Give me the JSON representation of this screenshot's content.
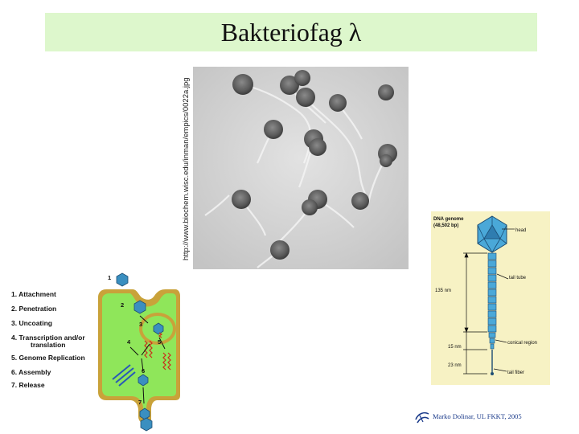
{
  "slide": {
    "title": "Bakteriofag λ",
    "image_source_url": "http://www.biochem.wisc.edu/inman/empics/0022a.jpg",
    "footer": "Marko Dolinar, UL FKKT, 2005"
  },
  "lifecycle": {
    "steps": [
      "1. Attachment",
      "2. Penetration",
      "3. Uncoating",
      "4. Transcription and/or",
      "translation",
      "5. Genome Replication",
      "6. Assembly",
      "7. Release"
    ],
    "markers": [
      "1",
      "2",
      "3",
      "4",
      "5",
      "6",
      "7"
    ]
  },
  "phage_structure": {
    "dna_genome_label": "DNA genome",
    "genome_size": "(48,502 bp)",
    "head_label": "head",
    "tail_tube_label": "tail tube",
    "tail_length": "135 nm",
    "conical_region_label": "conical region",
    "conical_length": "15 nm",
    "fiber_length": "23 nm",
    "tail_fiber_label": "tail fiber"
  },
  "colors": {
    "title_background": "#ddf7cc",
    "cell_fill": "#90ee58",
    "cell_border": "#c9a23a",
    "diagram_background": "#f7f2c4",
    "phage_blue": "#4aa8d8"
  }
}
